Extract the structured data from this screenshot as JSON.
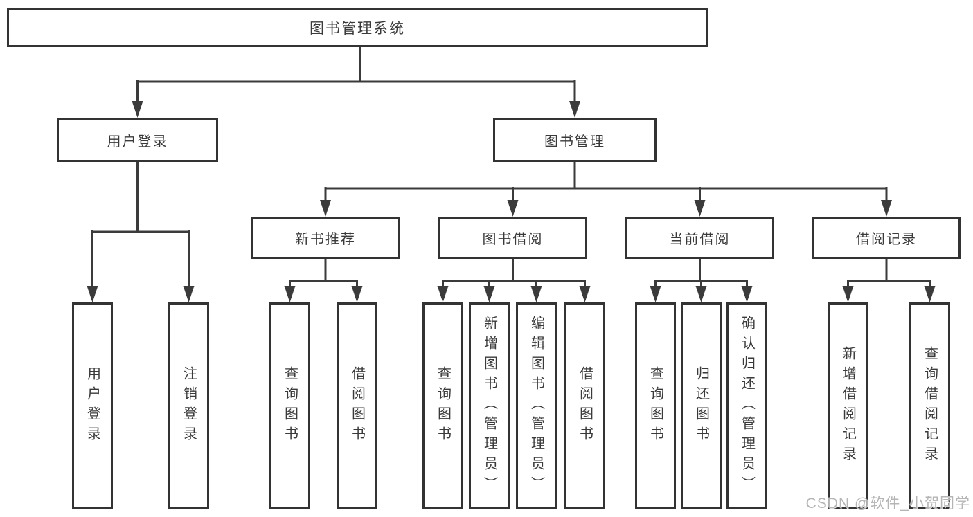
{
  "diagram": {
    "root": {
      "label": "图书管理系统"
    },
    "user_login": {
      "label": "用户登录",
      "children": [
        {
          "label": "用户登录"
        },
        {
          "label": "注销登录"
        }
      ]
    },
    "book_management": {
      "label": "图书管理",
      "sections": [
        {
          "label": "新书推荐",
          "children": [
            {
              "label": "查询图书"
            },
            {
              "label": "借阅图书"
            }
          ]
        },
        {
          "label": "图书借阅",
          "children": [
            {
              "label": "查询图书"
            },
            {
              "label": "新增图书（管理员）"
            },
            {
              "label": "编辑图书（管理员）"
            },
            {
              "label": "借阅图书"
            }
          ]
        },
        {
          "label": "当前借阅",
          "children": [
            {
              "label": "查询图书"
            },
            {
              "label": "归还图书"
            },
            {
              "label": "确认归还（管理员）"
            }
          ]
        },
        {
          "label": "借阅记录",
          "children": [
            {
              "label": "新增借阅记录"
            },
            {
              "label": "查询借阅记录"
            }
          ]
        }
      ]
    }
  },
  "watermark": {
    "text": "CSDN @软件_小贺同学"
  },
  "colors": {
    "line": "#3b3b3b",
    "box_border": "#333333",
    "text": "#3a3a3a",
    "background": "#ffffff",
    "watermark": "#b5b5b5"
  }
}
